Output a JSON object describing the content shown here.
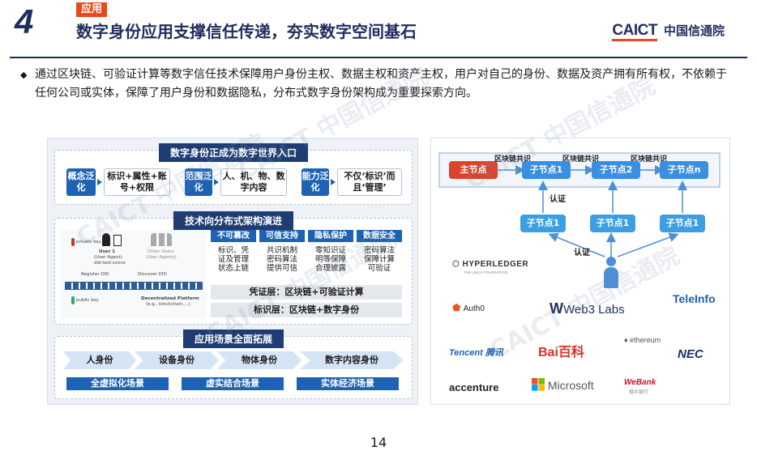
{
  "header": {
    "section_number": "4",
    "tag": "应用",
    "title": "数字身份应用支撑信任传递，夯实数字空间基石",
    "logo_en": "CAICT",
    "logo_cn": "中国信通院"
  },
  "bullet": "通过区块链、可验证计算等数字信任技术保障用户身份主权、数据主权和资产主权，用户对自己的身份、数据及资产拥有所有权，不依赖于任何公司或实体，保障了用户身份和数据隐私，分布式数字身份架构成为重要探索方向。",
  "left_figure": {
    "band1": {
      "title": "数字身份正成为数字世界入口",
      "items": [
        {
          "label": "概念泛化",
          "desc": "标识+属性+账号+权限"
        },
        {
          "label": "范围泛化",
          "desc": "人、机、物、数字内容"
        },
        {
          "label": "能力泛化",
          "desc": "不仅‘标识’而且‘管理’"
        }
      ]
    },
    "band2": {
      "title": "技术向分布式架构演进",
      "diagram": {
        "private_key": "private key",
        "user1": "User 1",
        "user1_sub": "(User Agent)",
        "user1_did": "did:test:xxxxx",
        "other_users": "Other Users",
        "other_users_sub": "(User Agents)",
        "register": "Register DID",
        "discover": "Discover DID",
        "public_key": "public key",
        "platform": "Decentralized Platform",
        "platform_sub": "(e.g., blockchain,...)"
      },
      "columns": [
        {
          "head": "不可篡改",
          "body": [
            "标识、凭",
            "证及管理",
            "状态上链"
          ]
        },
        {
          "head": "可信支持",
          "body": [
            "共识机制",
            "密码算法",
            "提供可信"
          ]
        },
        {
          "head": "隐私保护",
          "body": [
            "零知识证",
            "明等保障",
            "合理披露"
          ]
        },
        {
          "head": "数据安全",
          "body": [
            "密码算法",
            "保障计算",
            "可验证"
          ]
        }
      ],
      "layer_credential": "凭证层：区块链+可验证计算",
      "layer_identifier": "标识层：区块链+数字身份"
    },
    "band3": {
      "title": "应用场景全面拓展",
      "chevrons": [
        "人身份",
        "设备身份",
        "物体身份",
        "数字内容身份"
      ],
      "scenes": [
        "全虚拟化场景",
        "虚实结合场景",
        "实体经济场景"
      ]
    }
  },
  "right_figure": {
    "consensus": [
      "区块链共识",
      "区块链共识",
      "区块链共识"
    ],
    "top_nodes": [
      "主节点",
      "子节点1",
      "子节点2",
      "子节点n"
    ],
    "auth": [
      "认证",
      "认证"
    ],
    "mid_nodes": [
      "子节点1",
      "子节点1",
      "子节点1"
    ],
    "logos": {
      "hyperledger": "HYPERLEDGER",
      "hyperledger_sub": "THE LINUX FOUNDATION",
      "teleinfo": "TeleInfo",
      "auth0": "Auth0",
      "web3": "Web3 Labs",
      "tencent": "Tencent 腾讯",
      "baidu": "Bai百科",
      "ethereum": "ethereum",
      "nec": "NEC",
      "accenture": "accenture",
      "microsoft": "Microsoft",
      "webank": "WeBank",
      "webank_sub": "微众银行"
    }
  },
  "watermark": "CAICT 中国信通院",
  "page_number": "14",
  "colors": {
    "navy": "#1f2d5c",
    "accent": "#e8481c",
    "blue": "#1d62b4"
  }
}
